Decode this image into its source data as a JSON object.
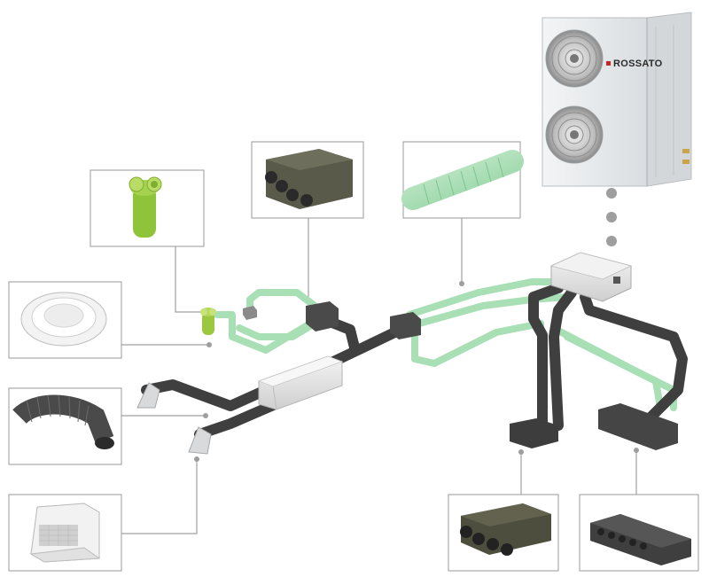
{
  "outdoor_unit": {
    "brand": "ROSSATO"
  },
  "components": [
    {
      "id": "air-filter-box",
      "icon": "filter-box-icon"
    },
    {
      "id": "ceiling-diffuser",
      "icon": "ceiling-diffuser-icon"
    },
    {
      "id": "flexible-duct",
      "icon": "flexible-duct-icon"
    },
    {
      "id": "wall-terminal",
      "icon": "wall-terminal-icon"
    },
    {
      "id": "plenum-box",
      "icon": "plenum-box-icon"
    },
    {
      "id": "corrugated-pipe",
      "icon": "corrugated-pipe-icon"
    },
    {
      "id": "distribution-manifold",
      "icon": "manifold-icon"
    },
    {
      "id": "flat-manifold",
      "icon": "flat-manifold-icon"
    }
  ],
  "colors": {
    "duct_dark": "#3f3f3f",
    "duct_green": "#a9dfb4",
    "accent_green": "#8fc43a",
    "callout_border": "#9a9a9a",
    "connector_dot": "#9e9e9e",
    "unit_body": "#e9ecee"
  }
}
